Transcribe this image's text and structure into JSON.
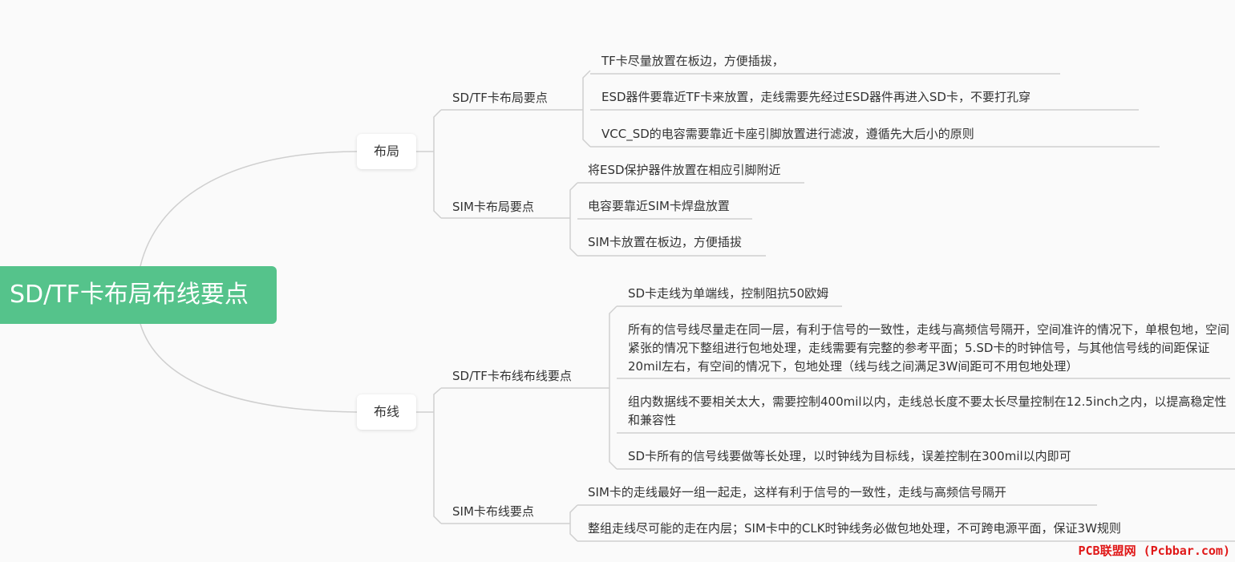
{
  "root": {
    "title": "SD/TF卡布局布线要点"
  },
  "branches": [
    {
      "label": "布局",
      "groups": [
        {
          "label": "SD/TF卡布局要点",
          "items": [
            "TF卡尽量放置在板边，方便插拔，",
            "ESD器件要靠近TF卡来放置，走线需要先经过ESD器件再进入SD卡，不要打孔穿",
            "VCC_SD的电容需要靠近卡座引脚放置进行滤波，遵循先大后小的原则"
          ]
        },
        {
          "label": "SIM卡布局要点",
          "items": [
            "将ESD保护器件放置在相应引脚附近",
            "电容要靠近SIM卡焊盘放置",
            "SIM卡放置在板边，方便插拔"
          ]
        }
      ]
    },
    {
      "label": "布线",
      "groups": [
        {
          "label": "SD/TF卡布线布线要点",
          "items": [
            "SD卡走线为单端线，控制阻抗50欧姆",
            "所有的信号线尽量走在同一层，有利于信号的一致性，走线与高频信号隔开，空间准许的情况下，单根包地，空间紧张的情况下整组进行包地处理，走线需要有完整的参考平面；5.SD卡的时钟信号，与其他信号线的间距保证20mil左右，有空间的情况下，包地处理（线与线之间满足3W间距可不用包地处理）",
            "组内数据线不要相关太大，需要控制400mil以内，走线总长度不要太长尽量控制在12.5inch之内，以提高稳定性和兼容性",
            "SD卡所有的信号线要做等长处理，以时钟线为目标线，误差控制在300mil以内即可"
          ]
        },
        {
          "label": "SIM卡布线要点",
          "items": [
            "SIM卡的走线最好一组一起走，这样有利于信号的一致性，走线与高频信号隔开",
            "整组走线尽可能的走在内层；SIM卡中的CLK时钟线务必做包地处理，不可跨电源平面，保证3W规则"
          ]
        }
      ]
    }
  ],
  "watermark": "PCB联盟网 (Pcbbar.com)",
  "colors": {
    "root_bg": "#55c38b",
    "line": "#c8c8c8",
    "watermark": "#e01818"
  }
}
